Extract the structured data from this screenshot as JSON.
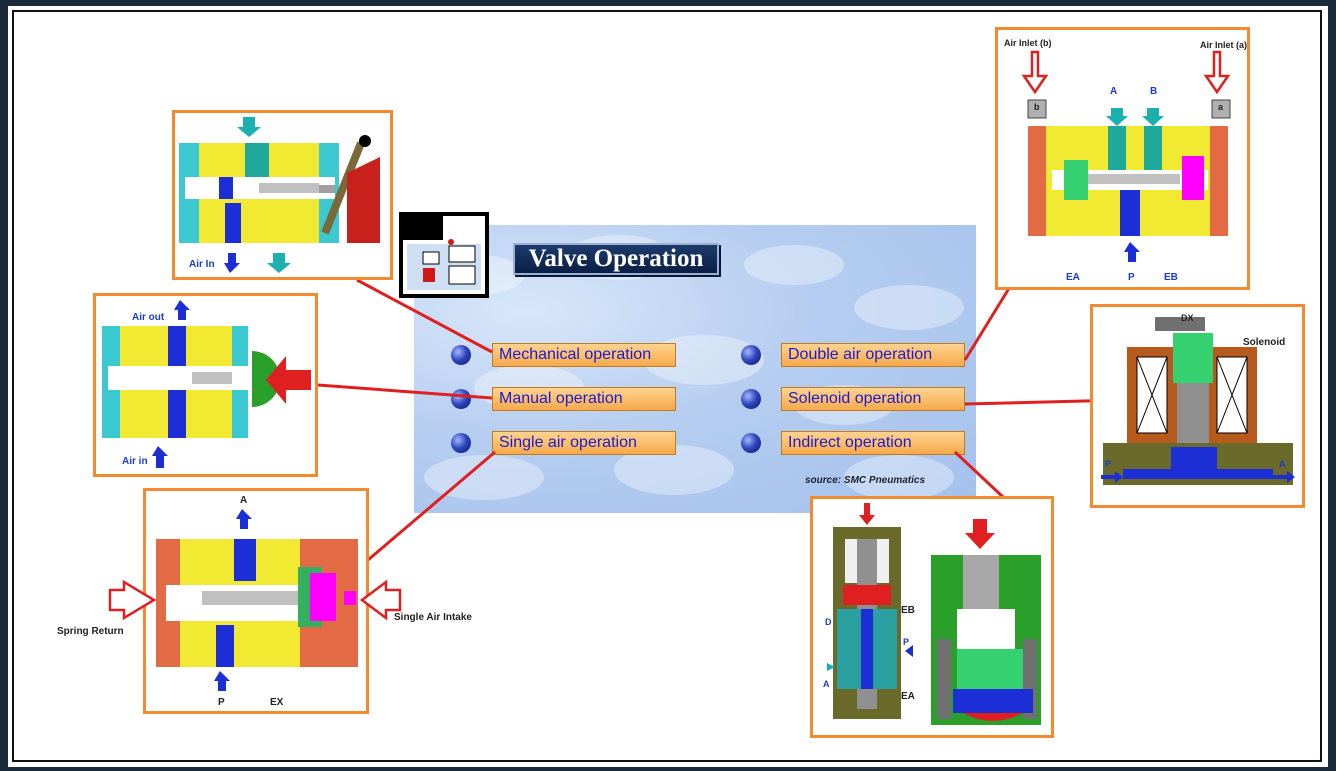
{
  "title": "Valve Operation",
  "source": "source: SMC Pneumatics",
  "operations": {
    "mechanical": "Mechanical operation",
    "manual": "Manual operation",
    "single_air": "Single air operation",
    "double_air": "Double air operation",
    "solenoid": "Solenoid operation",
    "indirect": "Indirect operation"
  },
  "diagrams": {
    "mechanical": {
      "air_in": "Air In"
    },
    "manual": {
      "air_out": "Air out",
      "air_in": "Air in"
    },
    "single_air": {
      "port_a": "A",
      "port_p": "P",
      "port_ex": "EX",
      "spring_return": "Spring Return",
      "single_air_intake": "Single Air Intake"
    },
    "double_air": {
      "air_inlet_b": "Air Inlet (b)",
      "air_inlet_a": "Air Inlet (a)",
      "btn_b": "b",
      "btn_a": "a",
      "port_a": "A",
      "port_b": "B",
      "port_ea": "EA",
      "port_p": "P",
      "port_eb": "EB"
    },
    "solenoid": {
      "port_dx": "DX",
      "solenoid": "Solenoid",
      "port_p": "P",
      "port_a": "A"
    },
    "indirect": {
      "port_eb": "EB",
      "port_d": "D",
      "port_p": "P",
      "port_a": "A",
      "port_ea": "EA"
    }
  },
  "colors": {
    "accent_orange": "#f28a30",
    "connector_red": "#e02020",
    "button_text": "#1b1bd6"
  }
}
